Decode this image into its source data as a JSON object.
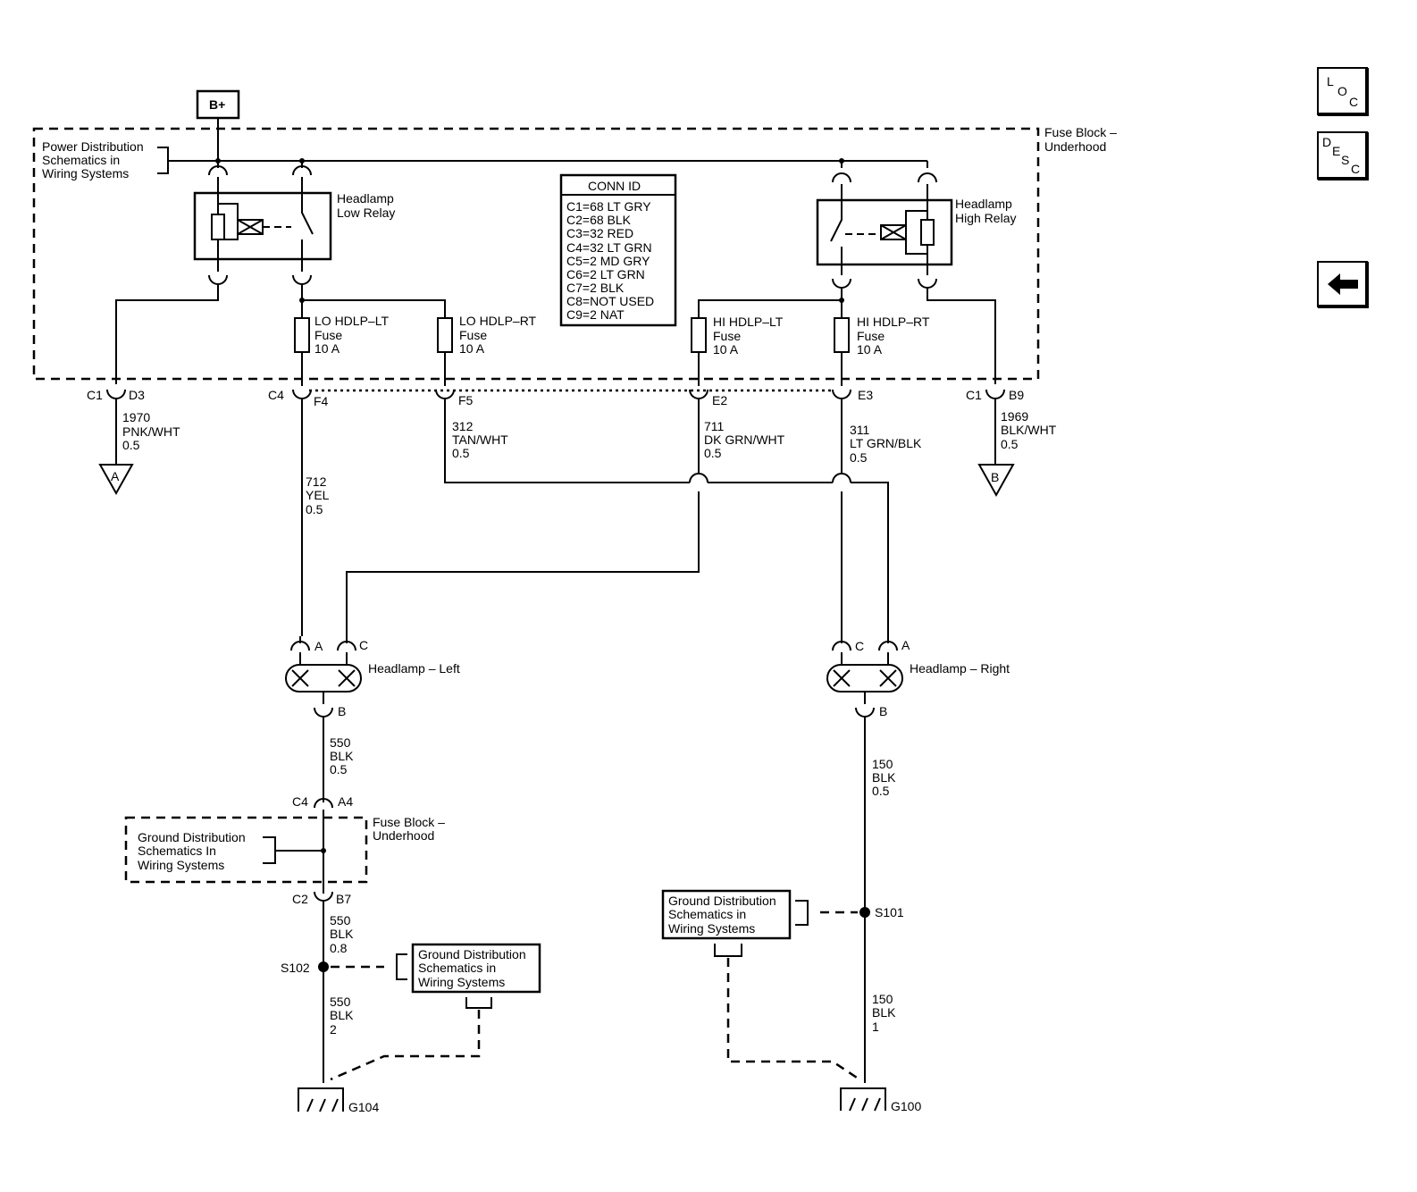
{
  "power_source": "B+",
  "power_dist_ref": [
    "Power Distribution",
    "Schematics in",
    "Wiring Systems"
  ],
  "fuse_block_label": [
    "Fuse Block –",
    "Underhood"
  ],
  "low_relay_label": [
    "Headlamp",
    "Low Relay"
  ],
  "high_relay_label": [
    "Headlamp",
    "High Relay"
  ],
  "conn_id": {
    "title": "CONN ID",
    "rows": [
      "C1=68 LT GRY",
      "C2=68 BLK",
      "C3=32 RED",
      "C4=32 LT GRN",
      "C5=2 MD GRY",
      "C6=2 LT GRN",
      "C7=2 BLK",
      "C8=NOT USED",
      "C9=2 NAT"
    ]
  },
  "fuses": [
    {
      "name": "LO HDLP–LT",
      "type": "Fuse",
      "rating": "10 A"
    },
    {
      "name": "LO HDLP–RT",
      "type": "Fuse",
      "rating": "10 A"
    },
    {
      "name": "HI HDLP–LT",
      "type": "Fuse",
      "rating": "10 A"
    },
    {
      "name": "HI HDLP–RT",
      "type": "Fuse",
      "rating": "10 A"
    }
  ],
  "connectors": {
    "c1d3": [
      "C1",
      "D3"
    ],
    "c4f4": [
      "C4",
      "F4"
    ],
    "f5": "F5",
    "e2": "E2",
    "e3": "E3",
    "c1b9": [
      "C1",
      "B9"
    ],
    "c4a4": [
      "C4",
      "A4"
    ],
    "c2b7": [
      "C2",
      "B7"
    ]
  },
  "wires": {
    "w1970": [
      "1970",
      "PNK/WHT",
      "0.5"
    ],
    "w712": [
      "712",
      "YEL",
      "0.5"
    ],
    "w312": [
      "312",
      "TAN/WHT",
      "0.5"
    ],
    "w711": [
      "711",
      "DK GRN/WHT",
      "0.5"
    ],
    "w311": [
      "311",
      "LT GRN/BLK",
      "0.5"
    ],
    "w1969": [
      "1969",
      "BLK/WHT",
      "0.5"
    ],
    "w550a": [
      "550",
      "BLK",
      "0.5"
    ],
    "w550b": [
      "550",
      "BLK",
      "0.8"
    ],
    "w550c": [
      "550",
      "BLK",
      "2"
    ],
    "w150a": [
      "150",
      "BLK",
      "0.5"
    ],
    "w150b": [
      "150",
      "BLK",
      "1"
    ]
  },
  "offpage": {
    "a": "A",
    "b": "B"
  },
  "headlamp_left": {
    "label": "Headlamp – Left",
    "pin_a": "A",
    "pin_c": "C",
    "pin_b": "B"
  },
  "headlamp_right": {
    "label": "Headlamp – Right",
    "pin_c": "C",
    "pin_a": "A",
    "pin_b": "B"
  },
  "ground_ref_left": [
    "Ground Distribution",
    "Schematics In",
    "Wiring Systems"
  ],
  "ground_ref_s102": [
    "Ground Distribution",
    "Schematics in",
    "Wiring Systems"
  ],
  "ground_ref_s101": [
    "Ground Distribution",
    "Schematics in",
    "Wiring Systems"
  ],
  "splices": {
    "s102": "S102",
    "s101": "S101"
  },
  "grounds": {
    "g104": "G104",
    "g100": "G100"
  },
  "nav": {
    "loc": [
      "L",
      "O",
      "C"
    ],
    "desc": [
      "D",
      "E",
      "S",
      "C"
    ]
  }
}
